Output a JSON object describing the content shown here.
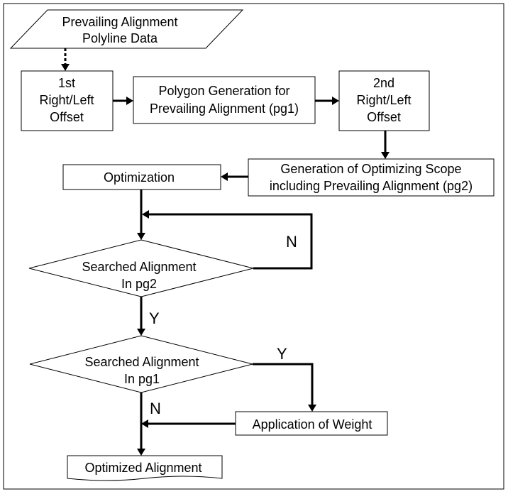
{
  "colors": {
    "stroke": "#000000",
    "fill": "#ffffff"
  },
  "nodes": {
    "input": {
      "shape": "parallelogram",
      "lines": [
        "Prevailing Alignment",
        "Polyline Data"
      ]
    },
    "offset1": {
      "shape": "rectangle",
      "lines": [
        "1st",
        "Right/Left",
        "Offset"
      ]
    },
    "polygon": {
      "shape": "rectangle",
      "lines": [
        "Polygon Generation for",
        "Prevailing Alignment (pg1)"
      ]
    },
    "offset2": {
      "shape": "rectangle",
      "lines": [
        "2nd",
        "Right/Left",
        "Offset"
      ]
    },
    "scope": {
      "shape": "rectangle",
      "lines": [
        "Generation of Optimizing Scope",
        "including Prevailing Alignment (pg2)"
      ]
    },
    "optimization": {
      "shape": "rectangle",
      "lines": [
        "Optimization"
      ]
    },
    "decision1": {
      "shape": "diamond",
      "lines": [
        "Searched Alignment",
        "In pg2"
      ]
    },
    "decision2": {
      "shape": "diamond",
      "lines": [
        "Searched Alignment",
        "In pg1"
      ]
    },
    "weight": {
      "shape": "rectangle",
      "lines": [
        "Application of Weight"
      ]
    },
    "output": {
      "shape": "document",
      "lines": [
        "Optimized Alignment"
      ]
    }
  },
  "edges": {
    "d1_no": "N",
    "d1_yes": "Y",
    "d2_yes": "Y",
    "d2_no": "N"
  }
}
